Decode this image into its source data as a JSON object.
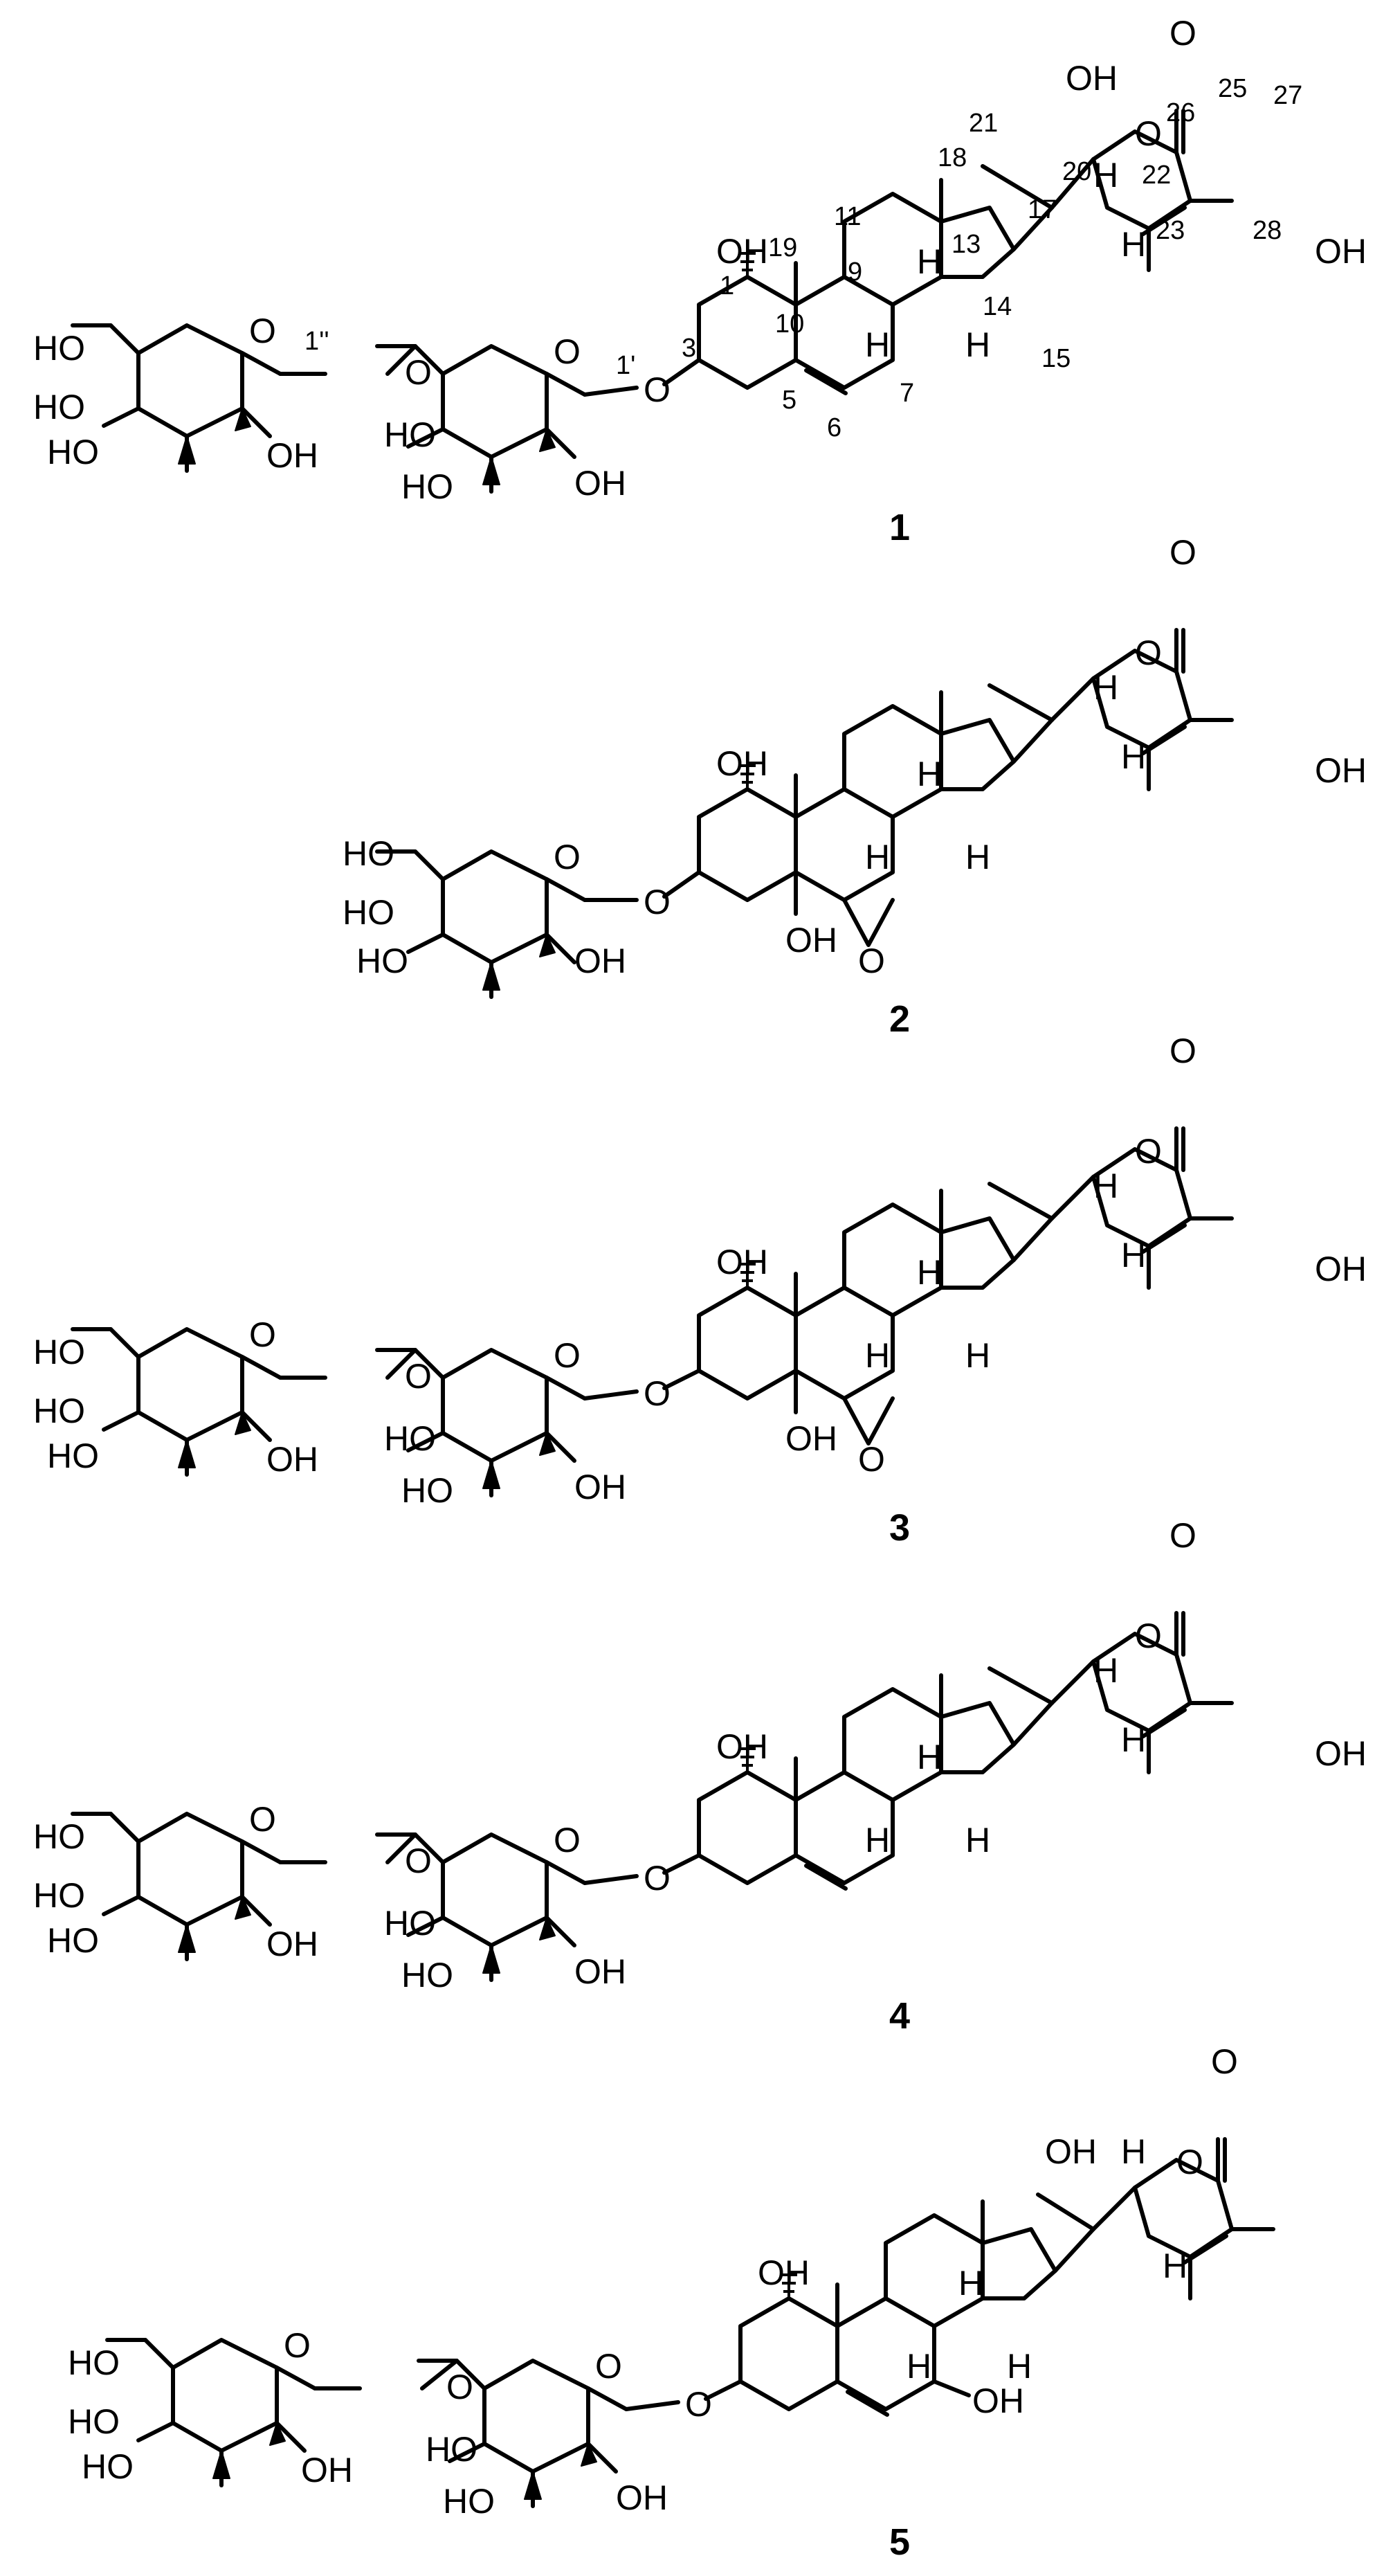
{
  "compounds": [
    {
      "label": "1",
      "numbering": [
        "1",
        "3",
        "5",
        "6",
        "7",
        "9",
        "10",
        "11",
        "13",
        "14",
        "15",
        "17",
        "18",
        "19",
        "20",
        "21",
        "22",
        "23",
        "25",
        "26",
        "27",
        "28",
        "1'",
        "1''"
      ]
    },
    {
      "label": "2"
    },
    {
      "label": "3"
    },
    {
      "label": "4"
    },
    {
      "label": "5"
    }
  ],
  "atom_labels": {
    "oh": "OH",
    "ho": "HO",
    "o": "O",
    "h": "H"
  },
  "colors": {
    "ink": "#000000",
    "background": "#ffffff"
  }
}
